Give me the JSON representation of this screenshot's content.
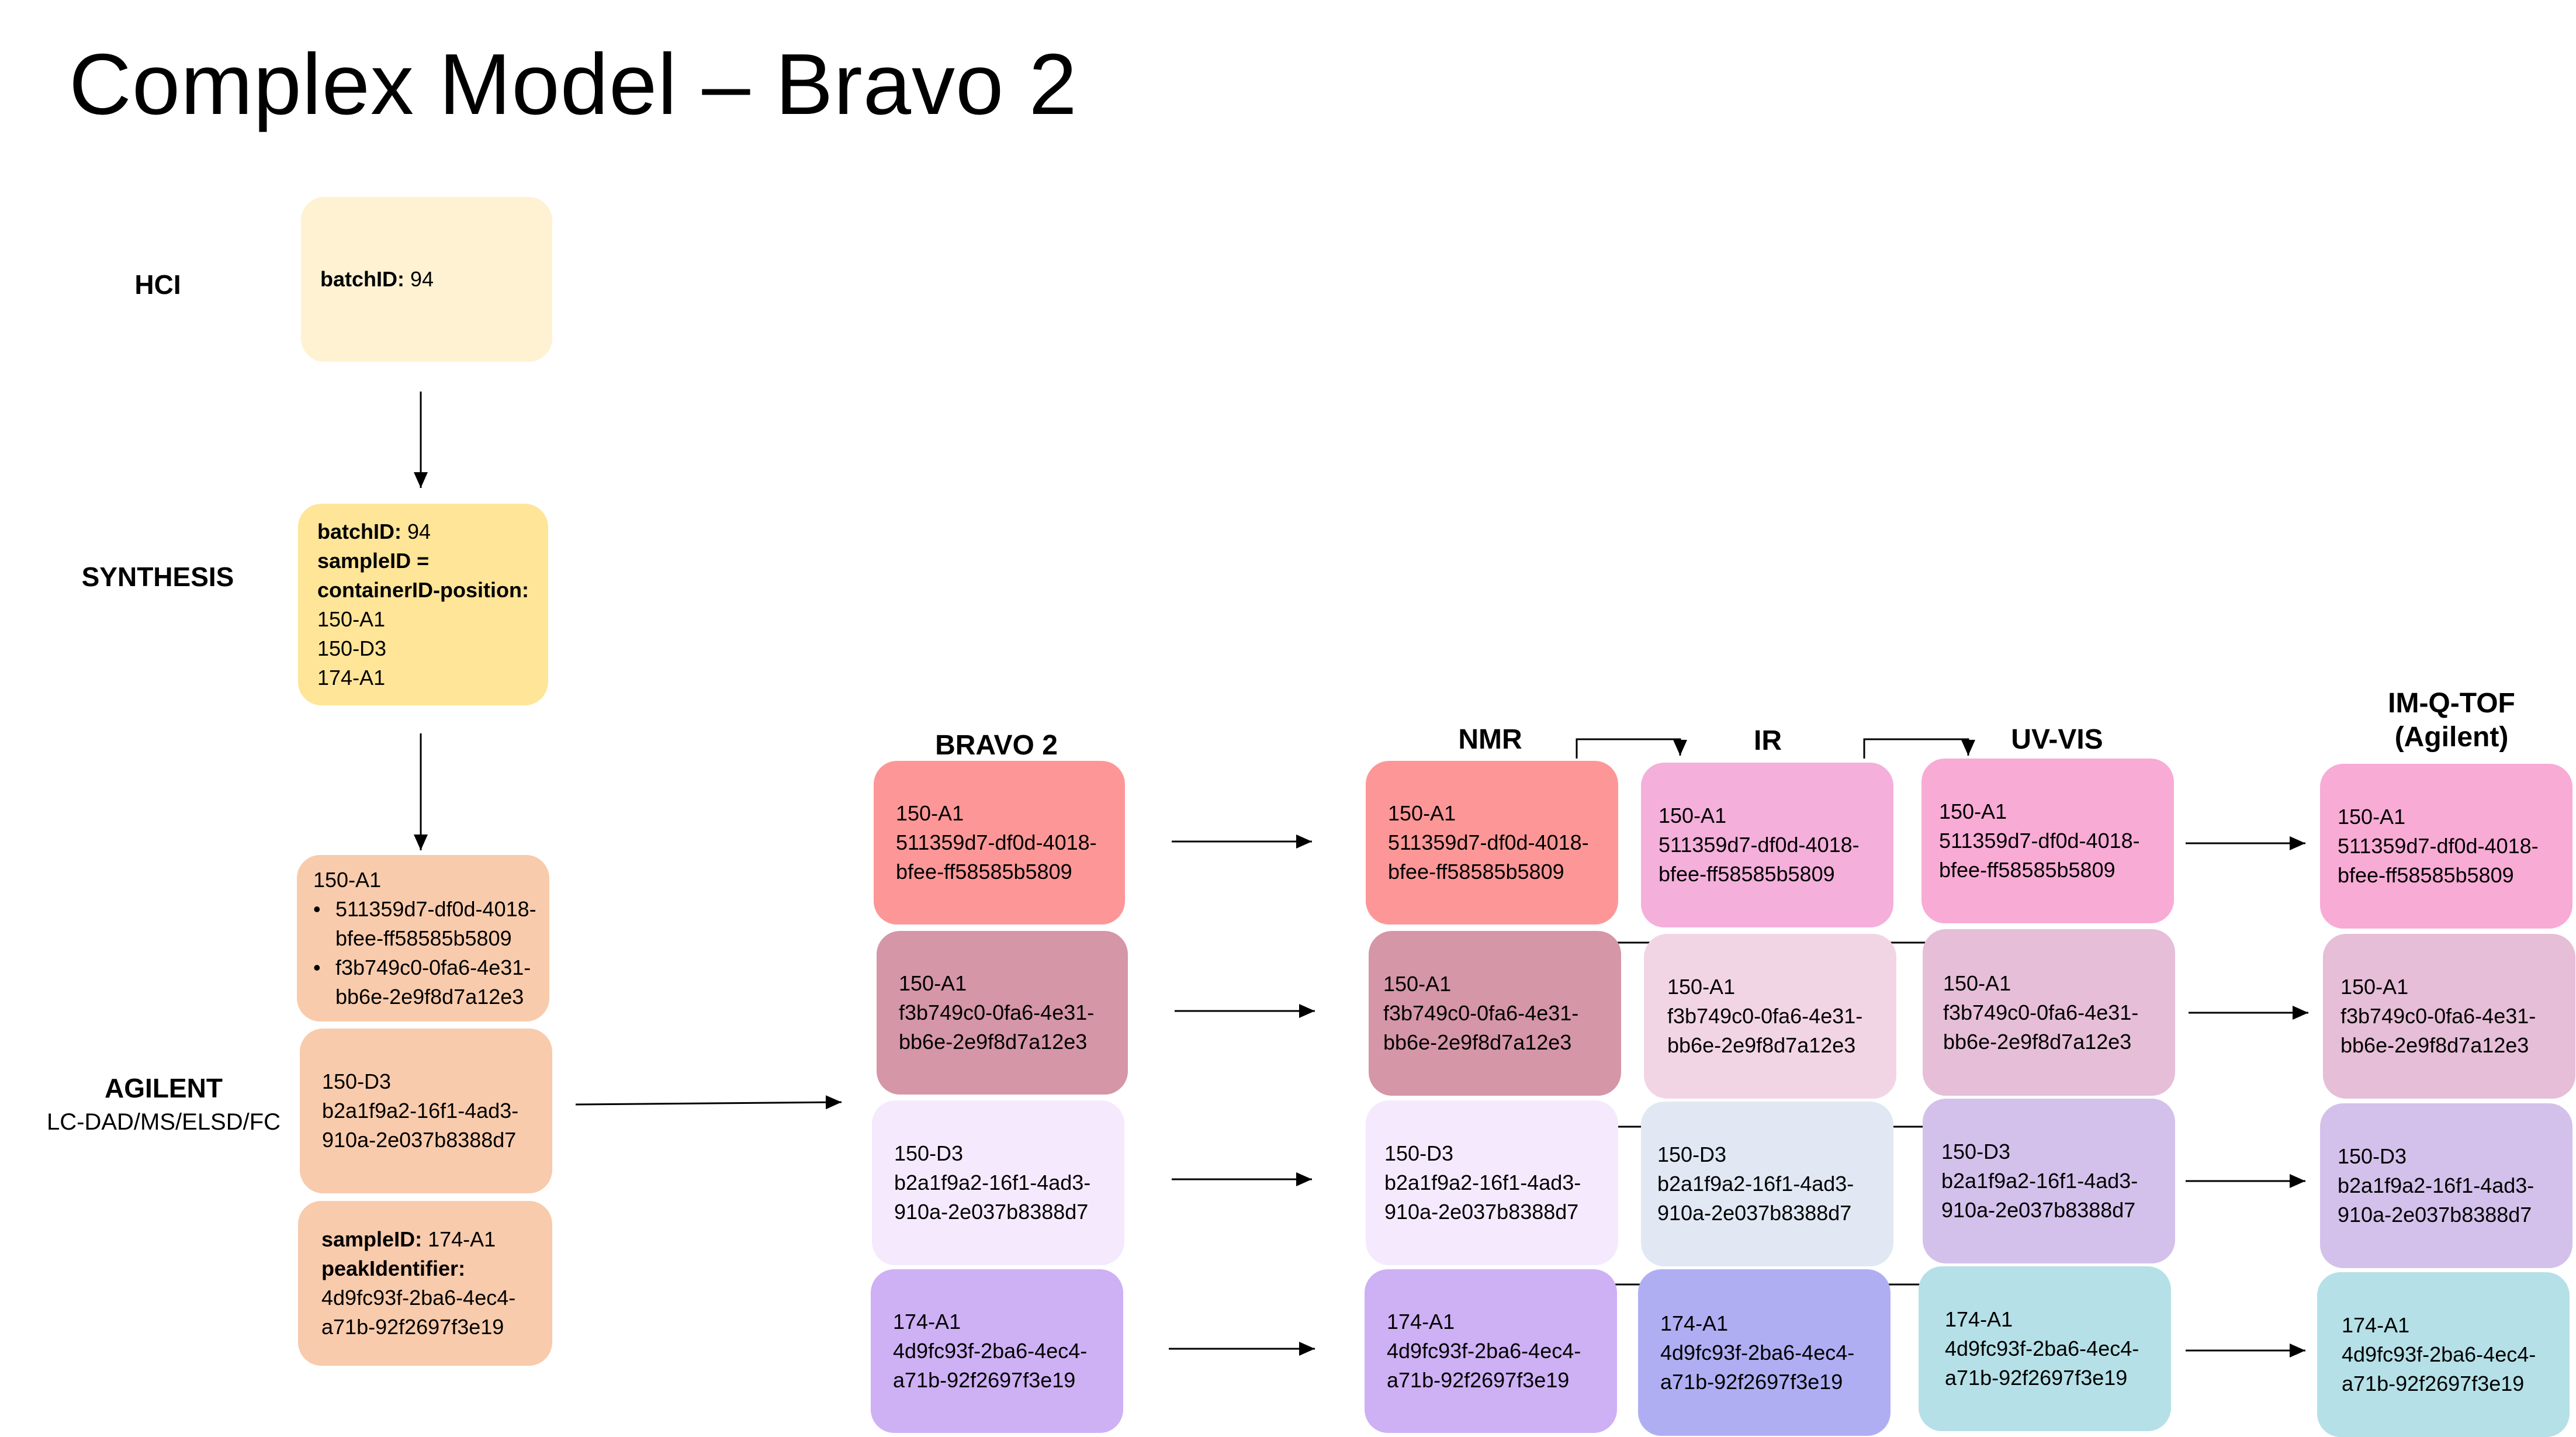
{
  "title": "Complex Model – Bravo 2",
  "rows": {
    "hci": "HCI",
    "synthesis": "SYNTHESIS",
    "agilent": "AGILENT",
    "agilent_sub": "LC-DAD/MS/ELSD/FC"
  },
  "columns": {
    "bravo2": "BRAVO 2",
    "nmr": "NMR",
    "ir": "IR",
    "uvvis": "UV-VIS",
    "imqtof_line1": "IM-Q-TOF",
    "imqtof_line2": "(Agilent)"
  },
  "hci_box": {
    "label": "batchID:",
    "value": "94"
  },
  "synthesis_box": {
    "batch_label": "batchID:",
    "batch_value": "94",
    "sample_label_1": "sampleID =",
    "sample_label_2": "containerID-position:",
    "ids": [
      "150-A1",
      "150-D3",
      "174-A1"
    ]
  },
  "agilent_boxes": {
    "a1": {
      "id": "150-A1",
      "uuids": [
        [
          "511359d7-df0d-4018-",
          "bfee-ff58585b5809"
        ],
        [
          "f3b749c0-0fa6-4e31-",
          "bb6e-2e9f8d7a12e3"
        ]
      ]
    },
    "d3": {
      "id": "150-D3",
      "line1": "b2a1f9a2-16f1-4ad3-",
      "line2": "910a-2e037b8388d7"
    },
    "a174": {
      "sample_label": "sampleID:",
      "sample_value": "174-A1",
      "peak_label": "peakIdentifier:",
      "line1": "4d9fc93f-2ba6-4ec4-",
      "line2": "a71b-92f2697f3e19"
    }
  },
  "samples": [
    {
      "id": "150-A1",
      "line1": "511359d7-df0d-4018-",
      "line2": "bfee-ff58585b5809"
    },
    {
      "id": "150-A1",
      "line1": "f3b749c0-0fa6-4e31-",
      "line2": "bb6e-2e9f8d7a12e3"
    },
    {
      "id": "150-D3",
      "line1": "b2a1f9a2-16f1-4ad3-",
      "line2": "910a-2e037b8388d7"
    },
    {
      "id": "174-A1",
      "line1": "4d9fc93f-2ba6-4ec4-",
      "line2": "a71b-92f2697f3e19"
    }
  ],
  "colors": {
    "hci": "#fef2d3",
    "synthesis": "#fee598",
    "agilent": "#f8cbac",
    "bravo": [
      "#fd9797",
      "#d596a8",
      "#f5eafd",
      "#ceb0f4"
    ],
    "nmr": [
      "#fd9797",
      "#d596a8",
      "#f5eafd",
      "#ceb0f4"
    ],
    "ir": [
      "#f4afdb",
      "#f2d5e5",
      "#e1e8f4",
      "#b0aef3"
    ],
    "uvvis": [
      "#f8abd5",
      "#e6bed7",
      "#d3c1eb",
      "#b5e0e7"
    ],
    "imqtof": [
      "#f8abd5",
      "#e6bed7",
      "#d3c1eb",
      "#b5e0e7"
    ]
  }
}
